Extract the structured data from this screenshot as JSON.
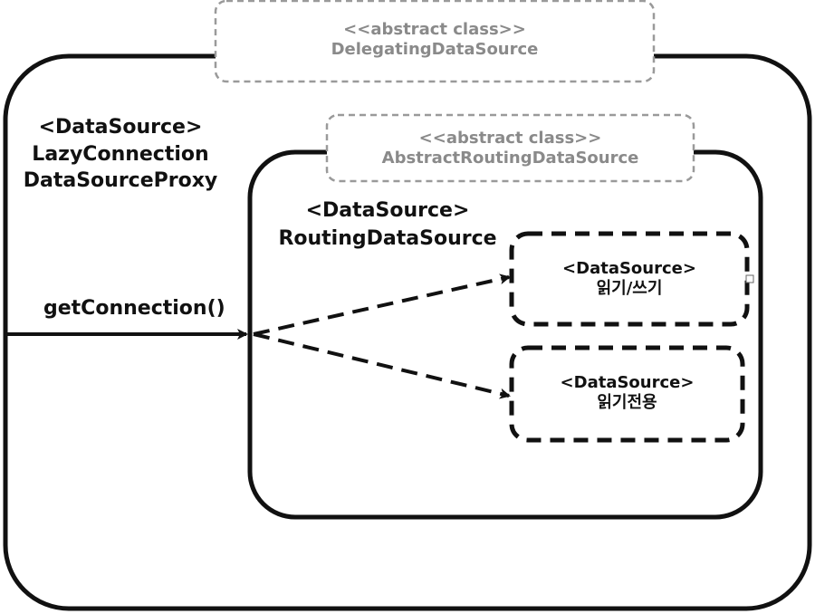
{
  "colors": {
    "stroke": "#111111",
    "abstract": "#9a9a9a",
    "text": "#111111",
    "abstract_text": "#8a8a8a"
  },
  "outer": {
    "abstract_stereotype": "<<abstract class>>",
    "abstract_name": "DelegatingDataSource",
    "stereotype": "<DataSource>",
    "name_line1": "LazyConnection",
    "name_line2": "DataSourceProxy"
  },
  "inner": {
    "abstract_stereotype": "<<abstract class>>",
    "abstract_name": "AbstractRoutingDataSource",
    "stereotype": "<DataSource>",
    "name": "RoutingDataSource"
  },
  "method": "getConnection()",
  "targets": [
    {
      "stereotype": "<DataSource>",
      "name": "읽기/쓰기"
    },
    {
      "stereotype": "<DataSource>",
      "name": "읽기전용"
    }
  ]
}
